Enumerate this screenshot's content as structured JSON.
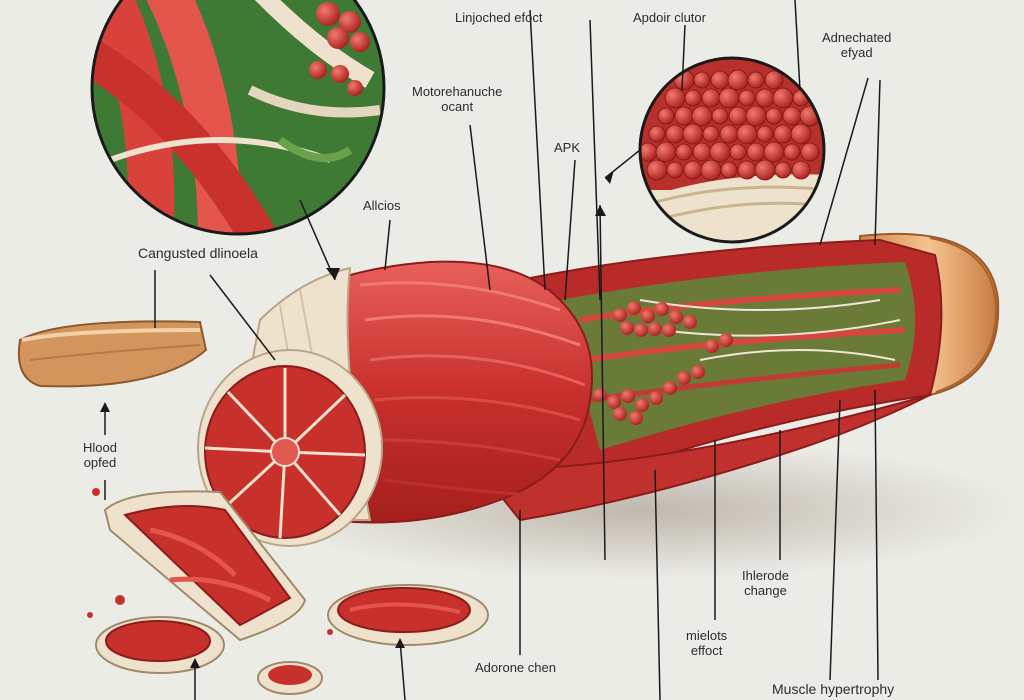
{
  "diagram": {
    "labels": {
      "limb_effect": "Linjoched efoct",
      "apdoir_cluster": "Apdoir clutor",
      "adnechated_line1": "Adnechated",
      "adnechated_line2": "efyad",
      "motorehanuche_line1": "Motorehanuche",
      "motorehanuche_line2": "ocant",
      "apk": "APK",
      "allcios": "Allcios",
      "cangusted": "Cangusted dlinoela",
      "hlood_line1": "Hlood",
      "hlood_line2": "opfed",
      "adorone": "Adorone chen",
      "ihlerode_line1": "Ihlerode",
      "ihlerode_line2": "change",
      "mielots_line1": "mielots",
      "mielots_line2": "effoct",
      "muscle": "Muscle hypertrophy"
    }
  }
}
